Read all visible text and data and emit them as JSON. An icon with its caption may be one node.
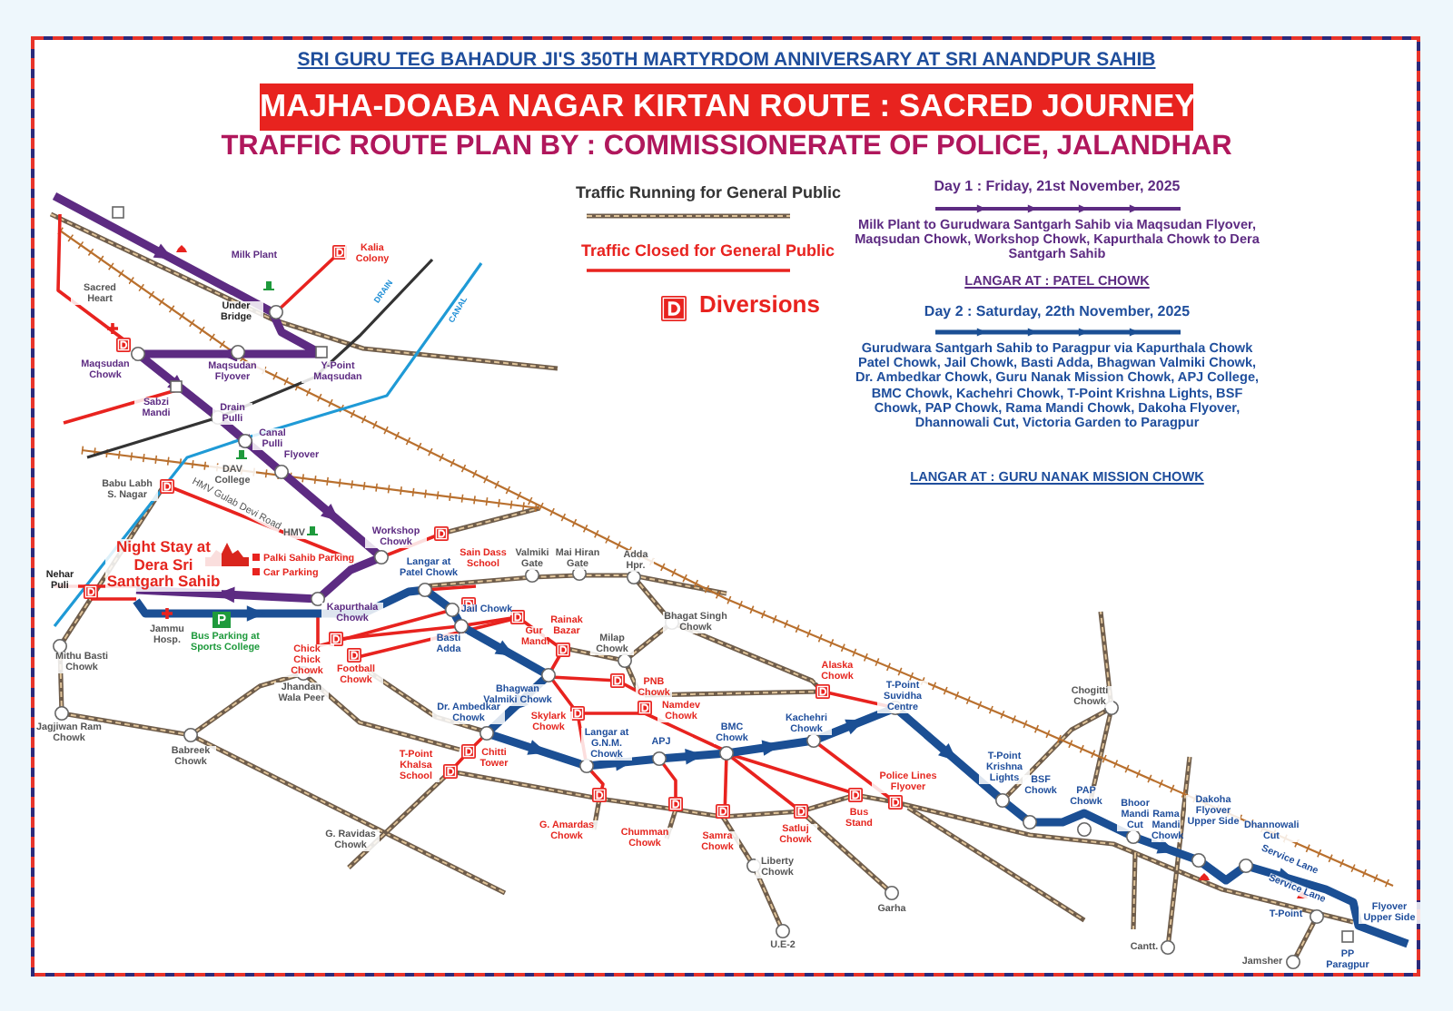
{
  "diagram": {
    "title": "MAJHA-DOABA NAGAR KIRTAN ROUTE : SACRED JOURNEY",
    "labels": [
      "SRI GURU TEG BAHADUR JI'S 350TH MARTYRDOM ANNIVERSARY AT SRI ANANDPUR SAHIB",
      "TRAFFIC ROUTE PLAN BY : COMMISSIONERATE OF POLICE, JALANDHAR",
      "Milk Plant to Gurudwara Santgarh Sahib via Maqsudan Flyover, Maqsudan Chowk, Workshop Chowk, Kapurthala Chowk to Dera Santgarh Sahib",
      "LANGAR AT : PATEL CHOWK",
      "Gurudwara Santgarh Sahib to Paragpur via Kapurthala Chowk Patel Chowk, Jail Chowk, Basti Adda, Bhagwan Valmiki Chowk, Dr. Ambedkar Chowk, Guru Nanak Mission Chowk, APJ College, BMC Chowk, Kachehri Chowk, T-Point Krishna Lights, BSF Chowk, PAP Chowk, Rama Mandi Chowk, Dakoha Flyover, Dhannowali Cut, Victoria Garden to Paragpur",
      "LANGAR AT : GURU NANAK MISSION CHOWK",
      "Milk Plant",
      "Kalia Colony",
      "DRAIN",
      "CANAL",
      "Sacred Heart",
      "Under Bridge",
      "Maqsudan Chowk",
      "Maqsudan Flyover",
      "Y-Point Maqsudan",
      "Sabzi Mandi",
      "Drain Pulli",
      "Canal Pulli",
      "Flyover",
      "DAV College",
      "Babu Labh S. Nagar",
      "HMV Gulab Devi Road",
      "Workshop Chowk",
      "HMV",
      "Night Stay at Dera Sri Santgarh Sahib",
      "Palki Sahib Parking",
      "Car Parking",
      "Nehar Puli",
      "Langar at Patel Chowk",
      "Sain Dass School",
      "Valmiki Gate",
      "Mai Hiran Gate",
      "Adda Hpr.",
      "Kapurthala Chowk",
      "Jail Chowk",
      "Jammu Hosp.",
      "Bus Parking at Sports College",
      "Chick Chick Chowk",
      "Gur Mandi",
      "Basti Adda",
      "Rainak Bazar",
      "Bhagat Singh Chowk",
      "Milap Chowk",
      "Mithu Basti Chowk",
      "Jhandan Wala Peer",
      "Football Chowk",
      "Bhagwan Valmiki Chowk",
      "PNB Chowk",
      "Jagjiwan Ram Chowk",
      "Alaska Chowk",
      "T-Point Suvidha Centre",
      "Dr. Ambedkar Chowk",
      "Namdev Chowk",
      "Skylark Chowk",
      "Chogitti Chowk",
      "BMC Chowk",
      "Kachehri Chowk",
      "Babreek Chowk",
      "Langar at G.N.M. Chowk",
      "APJ",
      "T-Point Khalsa School",
      "Chitti Tower",
      "T-Point Krishna Lights",
      "Police Lines Flyover",
      "BSF Chowk",
      "PAP Chowk",
      "Bhoor Mandi Cut",
      "Rama Mandi Chowk",
      "Dakoha Flyover Upper Side",
      "G. Amardas Chowk",
      "Chumman Chowk",
      "Samra Chowk",
      "Satluj Chowk",
      "Bus Stand",
      "Dhannowali Cut",
      "Service Lane",
      "Service Lane",
      "G. Ravidas Chowk",
      "Liberty Chowk",
      "Garha",
      "Cantt.",
      "T-Point",
      "Flyover Upper Side",
      "PP Paragpur",
      "U.E-2",
      "Jamsher"
    ],
    "legend": [
      {
        "text": "Traffic Running for General Public"
      },
      {
        "text": "Traffic Closed for General Public"
      },
      {
        "text": "Diversions"
      },
      {
        "text": "Day 1 : Friday, 21st November, 2025"
      },
      {
        "text": "Day 2 : Saturday, 22th November, 2025"
      }
    ]
  }
}
